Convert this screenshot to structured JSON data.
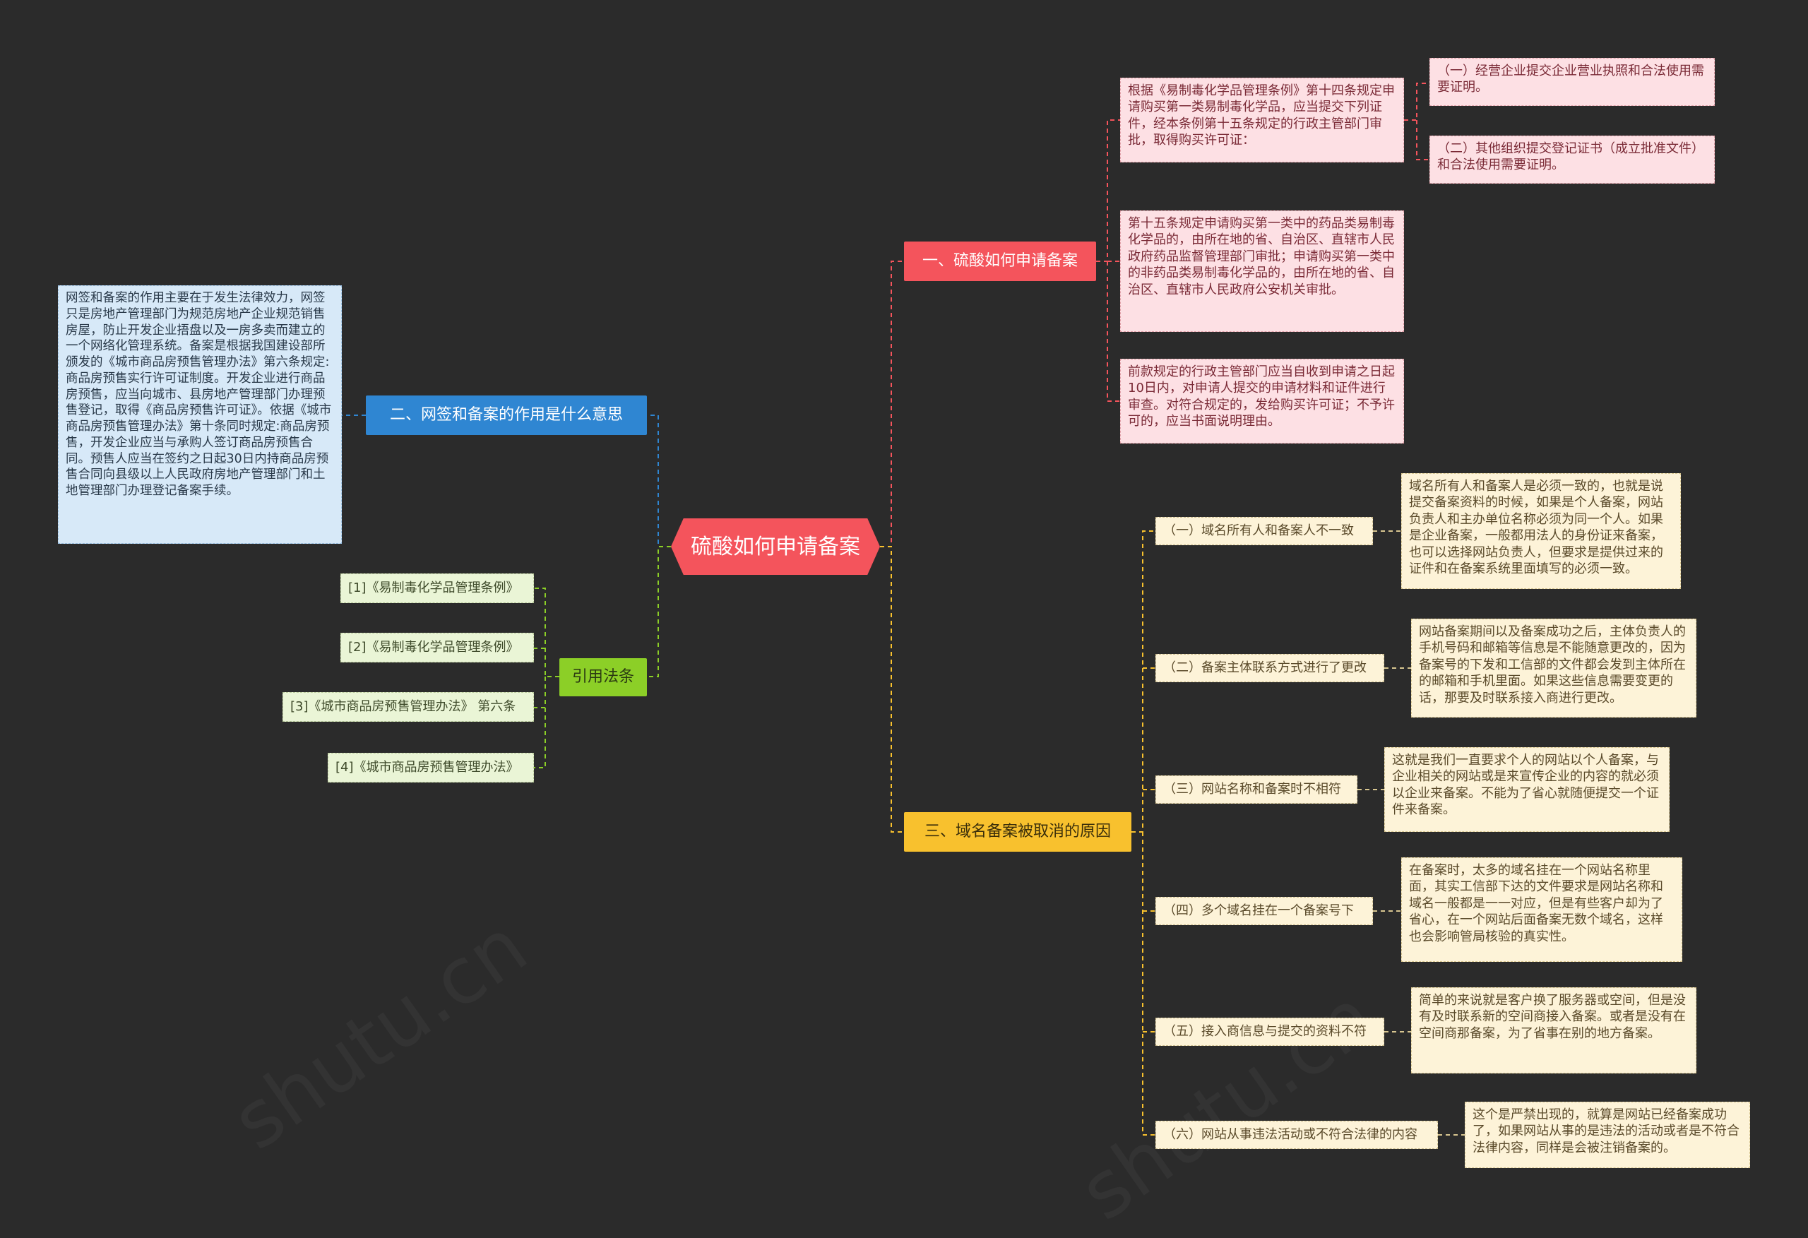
{
  "center": {
    "label": "硫酸如何申请备案"
  },
  "branches": {
    "b1": {
      "label": "一、硫酸如何申请备案",
      "items": [
        {
          "text": "根据《易制毒化学品管理条例》第十四条规定申请购买第一类易制毒化学品，应当提交下列证件，经本条例第十五条规定的行政主管部门审批，取得购买许可证：",
          "children": [
            "（一）经营企业提交企业营业执照和合法使用需要证明。",
            "（二）其他组织提交登记证书（成立批准文件）和合法使用需要证明。"
          ]
        },
        {
          "text": "第十五条规定申请购买第一类中的药品类易制毒化学品的，由所在地的省、自治区、直辖市人民政府药品监督管理部门审批；申请购买第一类中的非药品类易制毒化学品的，由所在地的省、自治区、直辖市人民政府公安机关审批。"
        },
        {
          "text": "前款规定的行政主管部门应当自收到申请之日起10日内，对申请人提交的申请材料和证件进行审查。对符合规定的，发给购买许可证；不予许可的，应当书面说明理由。"
        }
      ]
    },
    "b2": {
      "label": "二、网签和备案的作用是什么意思",
      "text": "网签和备案的作用主要在于发生法律效力，网签只是房地产管理部门为规范房地产企业规范销售房屋，防止开发企业捂盘以及一房多卖而建立的一个网络化管理系统。备案是根据我国建设部所颁发的《城市商品房预售管理办法》第六条规定:商品房预售实行许可证制度。开发企业进行商品房预售，应当向城市、县房地产管理部门办理预售登记，取得《商品房预售许可证》。依据《城市商品房预售管理办法》第十条同时规定:商品房预售，开发企业应当与承购人签订商品房预售合同。预售人应当在签约之日起30日内持商品房预售合同向县级以上人民政府房地产管理部门和土地管理部门办理登记备案手续。"
    },
    "b3": {
      "label": "引用法条",
      "items": [
        "[1]《易制毒化学品管理条例》",
        "[2]《易制毒化学品管理条例》",
        "[3]《城市商品房预售管理办法》 第六条",
        "[4]《城市商品房预售管理办法》"
      ]
    },
    "b4": {
      "label": "三、域名备案被取消的原因",
      "items": [
        {
          "label": "（一）域名所有人和备案人不一致",
          "text": "域名所有人和备案人是必须一致的，也就是说提交备案资料的时候，如果是个人备案，网站负责人和主办单位名称必须为同一个人。如果是企业备案，一般都用法人的身份证来备案，也可以选择网站负责人，但要求是提供过来的证件和在备案系统里面填写的必须一致。"
        },
        {
          "label": "（二）备案主体联系方式进行了更改",
          "text": "网站备案期间以及备案成功之后，主体负责人的手机号码和邮箱等信息是不能随意更改的，因为备案号的下发和工信部的文件都会发到主体所在的邮箱和手机里面。如果这些信息需要变更的话，那要及时联系接入商进行更改。"
        },
        {
          "label": "（三）网站名称和备案时不相符",
          "text": "这就是我们一直要求个人的网站以个人备案，与企业相关的网站或是来宣传企业的内容的就必须以企业来备案。不能为了省心就随便提交一个证件来备案。"
        },
        {
          "label": "（四）多个域名挂在一个备案号下",
          "text": "在备案时，太多的域名挂在一个网站名称里面，其实工信部下达的文件要求是网站名称和域名一般都是一一对应，但是有些客户却为了省心，在一个网站后面备案无数个域名，这样也会影响管局核验的真实性。"
        },
        {
          "label": "（五）接入商信息与提交的资料不符",
          "text": "简单的来说就是客户换了服务器或空间，但是没有及时联系新的空间商接入备案。或者是没有在空间商那备案，为了省事在别的地方备案。"
        },
        {
          "label": "（六）网站从事违法活动或不符合法律的内容",
          "text": "这个是严禁出现的，就算是网站已经备案成功了，如果网站从事的是违法的活动或者是不符合法律内容，同样是会被注销备案的。"
        }
      ]
    }
  },
  "colors": {
    "background": "#2b2b2b",
    "red": "#f4545c",
    "blue": "#2f86d2",
    "green": "#8ccf27",
    "yellow": "#f8c12e"
  }
}
